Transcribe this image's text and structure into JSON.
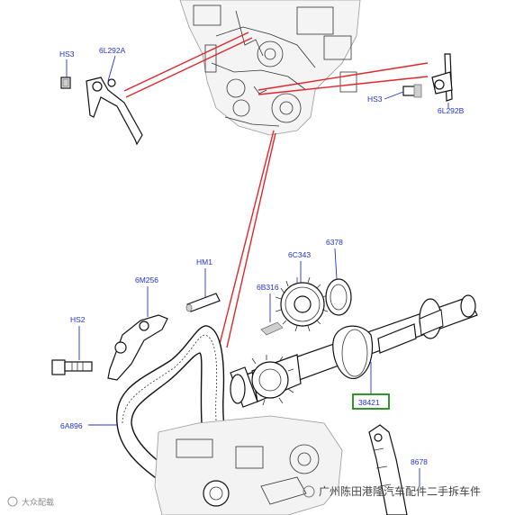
{
  "diagram": {
    "labels": {
      "hs3_left": "HS3",
      "tool_left": "6L292A",
      "hs3_right": "HS3",
      "tool_right": "6L292B",
      "sprocket_upper": "6C343",
      "ring": "6378",
      "key": "6B316",
      "camshaft": "38421",
      "guide": "6M256",
      "pin": "HM1",
      "bolt": "HS2",
      "chain": "6A896",
      "guide_right": "8678"
    },
    "highlight_color": "#1a8a1a",
    "callout_color": "#2233cc",
    "indicator_color": "#e0262b"
  },
  "watermark": {
    "left": "大众配载",
    "right": "广州陈田港隆汽车配件二手拆车件"
  }
}
